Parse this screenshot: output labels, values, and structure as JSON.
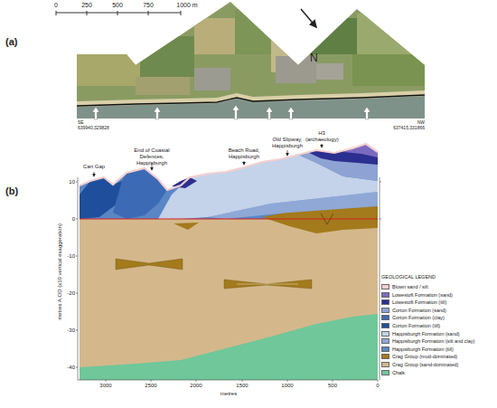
{
  "diagram": {
    "labels": [
      "(a)",
      "0",
      "250",
      "500",
      "750",
      "1000 m",
      "N",
      "SE",
      "639940,329828",
      "NW",
      "637415,331866",
      "(b)",
      "Cart Gap",
      "End of Coastal Defences, Happisburgh",
      "Beach Road, Happisburgh",
      "Old Slipway, Happisburgh",
      "H3 (archaeology)",
      "metres A.OD (x10 vertical exaggeration)",
      "10",
      "0",
      "-10",
      "-20",
      "-30",
      "-40",
      "3000",
      "2500",
      "2000",
      "1500",
      "1000",
      "500",
      "0",
      "metres",
      "GEOLOGICAL LEGEND"
    ],
    "legend": [
      {
        "text": "Blown sand / silt",
        "color": "#f4cfd0"
      },
      {
        "text": "Lowestoft Formation (sand)",
        "color": "#7a6bc0"
      },
      {
        "text": "Lowestoft Formation (till)",
        "color": "#2b2f8f"
      },
      {
        "text": "Corton Formation (sand)",
        "color": "#8ea3d3"
      },
      {
        "text": "Corton Formation (clay)",
        "color": "#3d6ab5"
      },
      {
        "text": "Corton Formation (till)",
        "color": "#1f4f9c"
      },
      {
        "text": "Happisburgh Formation (sand)",
        "color": "#c4d2ea"
      },
      {
        "text": "Happisburgh Formation (silt and clay)",
        "color": "#8fa8d6"
      },
      {
        "text": "Happisburgh Formation (till)",
        "color": "#5b86c5"
      },
      {
        "text": "Crag Group (mud-dominated)",
        "color": "#a37a1c"
      },
      {
        "text": "Crag Group (sand-dominated)",
        "color": "#d4b88c"
      },
      {
        "text": "Chalk",
        "color": "#6fc79a"
      }
    ]
  }
}
